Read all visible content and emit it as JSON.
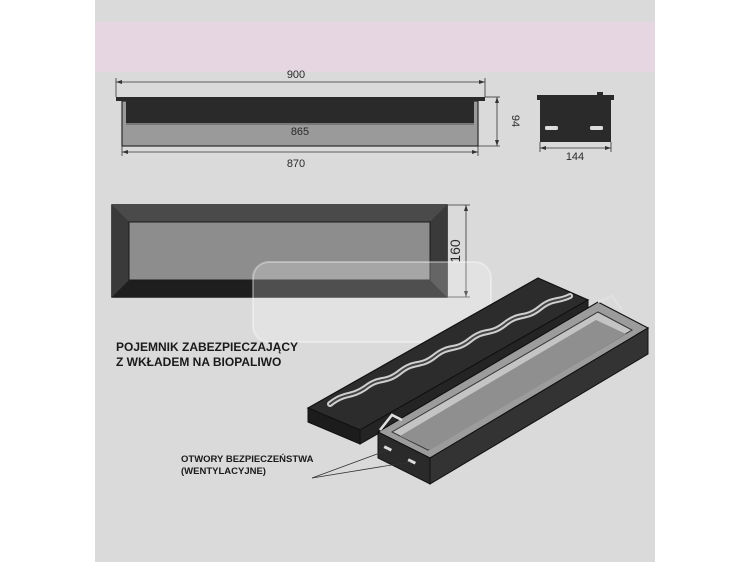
{
  "dimensions": {
    "front_top_width": "900",
    "front_inner_width": "865",
    "front_bottom_width": "870",
    "front_height": "94",
    "side_width": "144",
    "top_view_depth": "160"
  },
  "labels": {
    "container_line1": "POJEMNIK ZABEZPIECZAJĄCY",
    "container_line2": "Z WKŁADEM NA BIOPALIWO",
    "vents_line1": "OTWORY BEZPIECZEŃSTWA",
    "vents_line2": "(WENTYLACYJNE)"
  },
  "colors": {
    "sheet": "#dadada",
    "body_dark": "#2a2a2a",
    "panel_grey": "#8a8a8a",
    "header_tint": "#e6d6e2"
  }
}
